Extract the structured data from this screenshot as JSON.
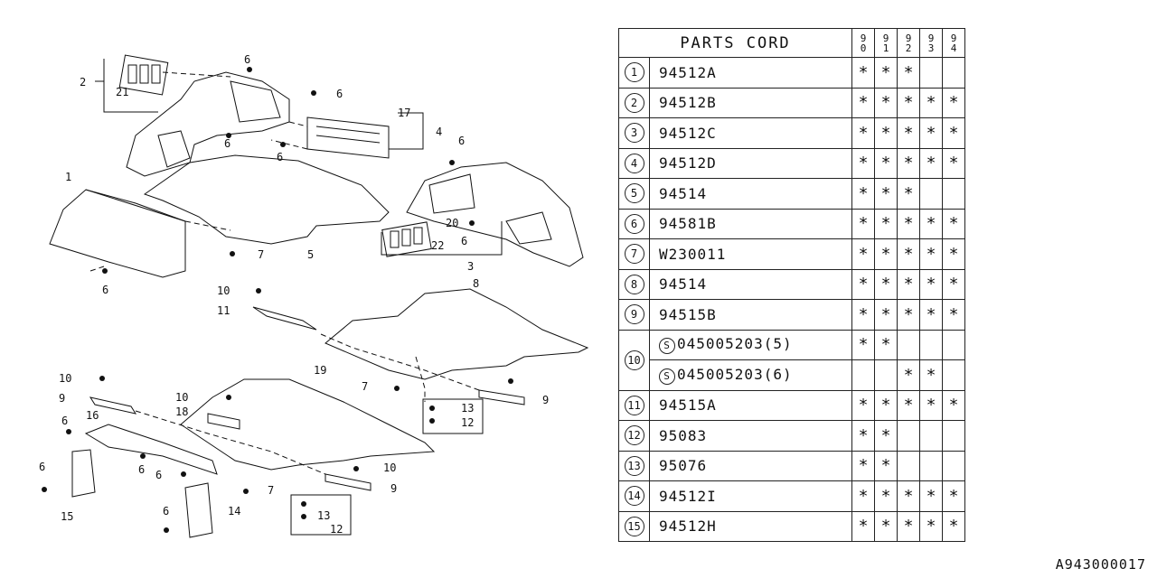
{
  "table": {
    "header": "PARTS CORD",
    "years": [
      "90",
      "91",
      "92",
      "93",
      "94"
    ],
    "rows": [
      {
        "num": "1",
        "part": "94512A",
        "marks": [
          "*",
          "*",
          "*",
          "",
          ""
        ]
      },
      {
        "num": "2",
        "part": "94512B",
        "marks": [
          "*",
          "*",
          "*",
          "*",
          "*"
        ]
      },
      {
        "num": "3",
        "part": "94512C",
        "marks": [
          "*",
          "*",
          "*",
          "*",
          "*"
        ]
      },
      {
        "num": "4",
        "part": "94512D",
        "marks": [
          "*",
          "*",
          "*",
          "*",
          "*"
        ]
      },
      {
        "num": "5",
        "part": "94514",
        "marks": [
          "*",
          "*",
          "*",
          "",
          ""
        ]
      },
      {
        "num": "6",
        "part": "94581B",
        "marks": [
          "*",
          "*",
          "*",
          "*",
          "*"
        ]
      },
      {
        "num": "7",
        "part": "W230011",
        "marks": [
          "*",
          "*",
          "*",
          "*",
          "*"
        ]
      },
      {
        "num": "8",
        "part": "94514",
        "marks": [
          "*",
          "*",
          "*",
          "*",
          "*"
        ]
      },
      {
        "num": "9",
        "part": "94515B",
        "marks": [
          "*",
          "*",
          "*",
          "*",
          "*"
        ]
      },
      {
        "num": "10",
        "sub": [
          {
            "prefix": "S",
            "part": "045005203(5)",
            "marks": [
              "*",
              "*",
              "",
              "",
              ""
            ]
          },
          {
            "prefix": "S",
            "part": "045005203(6)",
            "marks": [
              "",
              "",
              "*",
              "*",
              ""
            ]
          }
        ]
      },
      {
        "num": "11",
        "part": "94515A",
        "marks": [
          "*",
          "*",
          "*",
          "*",
          "*"
        ]
      },
      {
        "num": "12",
        "part": "95083",
        "marks": [
          "*",
          "*",
          "",
          "",
          ""
        ]
      },
      {
        "num": "13",
        "part": "95076",
        "marks": [
          "*",
          "*",
          "",
          "",
          ""
        ]
      },
      {
        "num": "14",
        "part": "94512I",
        "marks": [
          "*",
          "*",
          "*",
          "*",
          "*"
        ]
      },
      {
        "num": "15",
        "part": "94512H",
        "marks": [
          "*",
          "*",
          "*",
          "*",
          "*"
        ]
      }
    ]
  },
  "diagram_labels": [
    "1",
    "2",
    "21",
    "6",
    "6",
    "17",
    "4",
    "6",
    "6",
    "6",
    "7",
    "5",
    "6",
    "20",
    "22",
    "6",
    "3",
    "10",
    "11",
    "8",
    "10",
    "9",
    "7",
    "10",
    "9",
    "18",
    "13",
    "12",
    "16",
    "19",
    "6",
    "6",
    "6",
    "6",
    "10",
    "9",
    "7",
    "13",
    "12",
    "15",
    "14",
    "6"
  ],
  "catalog_id": "A943000017"
}
